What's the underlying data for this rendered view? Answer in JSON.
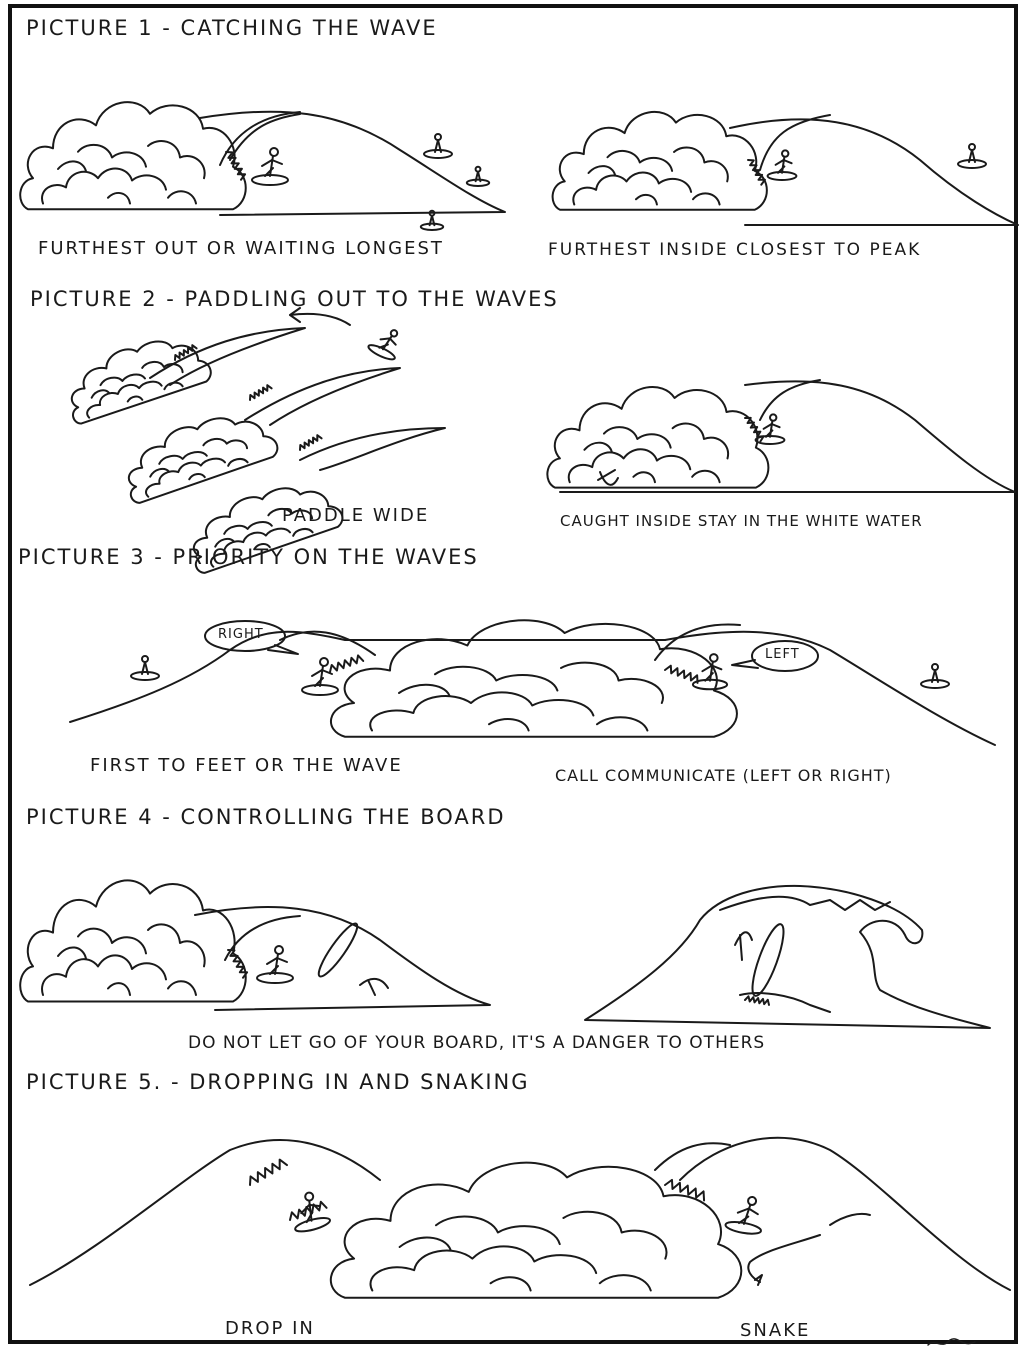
{
  "pictures": [
    {
      "title": "PICTURE 1 - CATCHING THE WAVE",
      "captions": [
        "FURTHEST OUT OR WAITING LONGEST",
        "FURTHEST INSIDE CLOSEST TO PEAK"
      ]
    },
    {
      "title": "PICTURE 2 - PADDLING OUT TO THE WAVES",
      "captions": [
        "PADDLE WIDE",
        "CAUGHT INSIDE STAY IN THE WHITE WATER"
      ]
    },
    {
      "title": "PICTURE 3 - PRIORITY ON THE WAVES",
      "captions": [
        "FIRST TO FEET OR THE WAVE",
        "CALL COMMUNICATE (LEFT OR RIGHT)"
      ],
      "bubbles": [
        "RIGHT",
        "LEFT"
      ]
    },
    {
      "title": "PICTURE 4 - CONTROLLING THE BOARD",
      "captions": [
        "DO NOT LET GO OF YOUR BOARD, IT'S A DANGER TO OTHERS"
      ]
    },
    {
      "title": "PICTURE 5. - DROPPING IN AND SNAKING",
      "captions": [
        "DROP IN",
        "SNAKE"
      ]
    }
  ],
  "colors": {
    "ink": "#1a1a1a",
    "paper": "#ffffff",
    "border": "#111111"
  }
}
